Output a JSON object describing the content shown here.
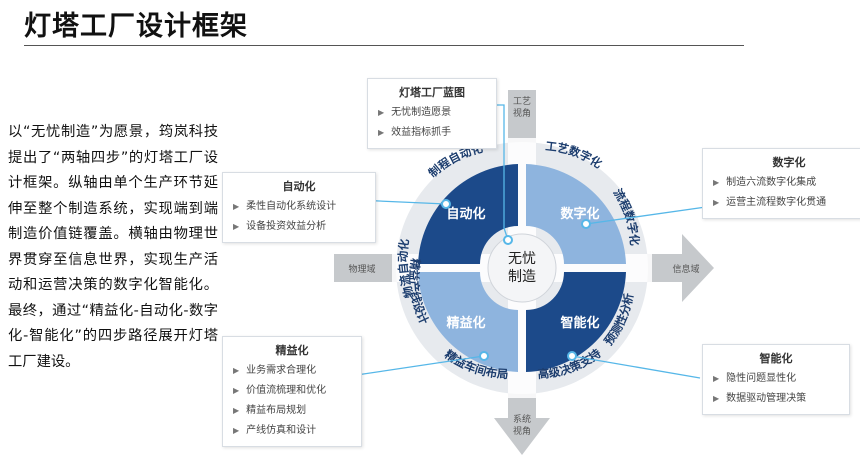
{
  "title": "灯塔工厂设计框架",
  "intro": "以“无忧制造”为愿景，筠岚科技提出了“两轴四步”的灯塔工厂设计框架。纵轴由单个生产环节延伸至整个制造系统，实现端到端制造价值链覆盖。横轴由物理世界贯穿至信息世界，实现生产活动和运营决策的数字化智能化。最终，通过“精益化-自动化-数字化-智能化”的四步路径展开灯塔工厂建设。",
  "axes": {
    "top": [
      "工艺",
      "视角"
    ],
    "bottom": [
      "系统",
      "视角"
    ],
    "left": "物理域",
    "right": "信息域"
  },
  "center": [
    "无忧",
    "制造"
  ],
  "quadrants": {
    "top_left": "自动化",
    "top_right": "数字化",
    "bottom_left": "精益化",
    "bottom_right": "智能化"
  },
  "ring": {
    "top_left_top": "制程自动化",
    "top_left_side": "物流自动化",
    "top_right_top": "工艺数字化",
    "top_right_side": "流程数字化",
    "bottom_left_side": "精益产线设计",
    "bottom_left_bottom": "精益车间布局",
    "bottom_right_side": "预测性分析",
    "bottom_right_bottom": "高级决策支持"
  },
  "cards": {
    "blueprint": {
      "title": "灯塔工厂蓝图",
      "items": [
        "无忧制造愿景",
        "效益指标抓手"
      ]
    },
    "automation": {
      "title": "自动化",
      "items": [
        "柔性自动化系统设计",
        "设备投资效益分析"
      ]
    },
    "digitalization": {
      "title": "数字化",
      "items": [
        "制造六流数字化集成",
        "运营主流程数字化贯通"
      ]
    },
    "lean": {
      "title": "精益化",
      "items": [
        "业务需求合理化",
        "价值流梳理和优化",
        "精益布局规划",
        "产线仿真和设计"
      ]
    },
    "intelligence": {
      "title": "智能化",
      "items": [
        "隐性问题显性化",
        "数据驱动管理决策"
      ]
    }
  },
  "colors": {
    "navy": "#1c4a8a",
    "light_blue": "#8eb4de",
    "ring_grey": "#e7eaee",
    "ring_text": "#1c3d6e",
    "axis_grey": "#c6c9cc",
    "connector": "#56b7e8"
  }
}
